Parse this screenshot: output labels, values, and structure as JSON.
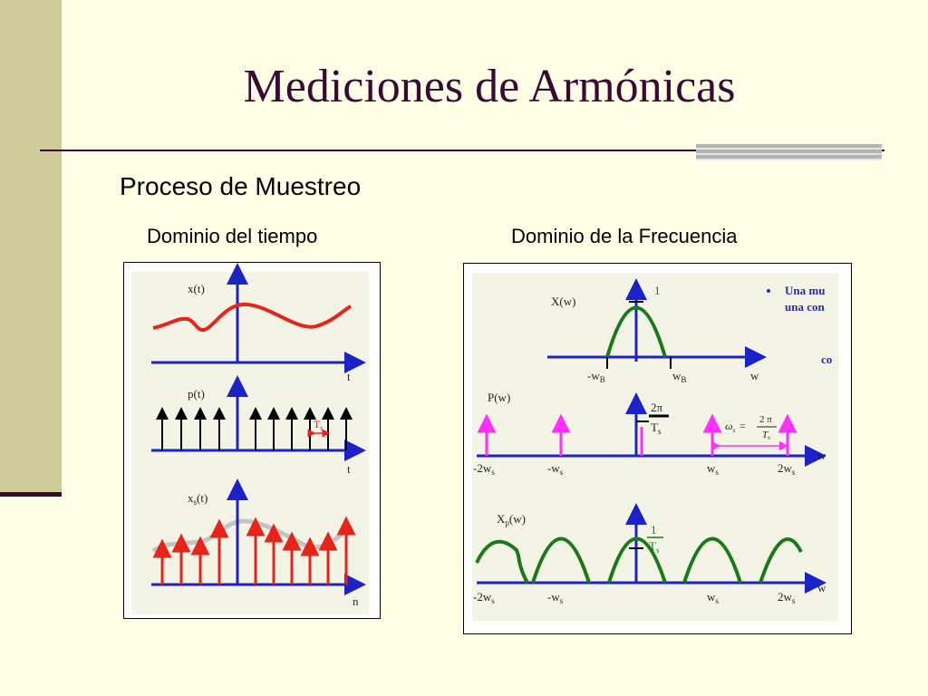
{
  "slide": {
    "title": "Mediciones de Armónicas",
    "subtitle": "Proceso de Muestreo",
    "time_domain_label": "Dominio del tiempo",
    "freq_domain_label": "Dominio de la Frecuencia"
  },
  "time_panel": {
    "xt_label": "x(t)",
    "pt_label": "p(t)",
    "xst_label": "x",
    "xst_sub": "s",
    "xst_suffix": "(t)",
    "t_axis": "t",
    "n_axis": "n",
    "period_label": "T",
    "period_sub": "s"
  },
  "freq_panel": {
    "Xw_label": "X(w)",
    "peak_one": "1",
    "neg_wb": "-w",
    "pos_wb": "w",
    "wb_sub": "B",
    "w_axis": "w",
    "bullet_line1": "Una mu",
    "bullet_line2": "una con",
    "bullet_line3": "co",
    "Pw_label": "P(w)",
    "p_amp_num": "2π",
    "p_amp_den": "T",
    "ts_sub": "s",
    "omega_eq_lhs": "ω",
    "omega_eq_mid": "=",
    "omega_eq_num": "2 π",
    "omega_eq_den": "T",
    "ticks": [
      "-2w",
      "-w",
      "w",
      "2w"
    ],
    "tick_sub": "s",
    "Xp_label": "X",
    "Xp_sub": "p",
    "Xp_suffix": "(w)",
    "xp_amp_num": "1",
    "xp_amp_den": "T"
  },
  "colors": {
    "title": "#3a0a34",
    "signal": "#e8231a",
    "axis": "#1a22c8",
    "impulse": "#000000",
    "spectrum": "#1a7a1a",
    "pulse": "#ff30ff",
    "bullet_text": "#2a2ab0"
  }
}
